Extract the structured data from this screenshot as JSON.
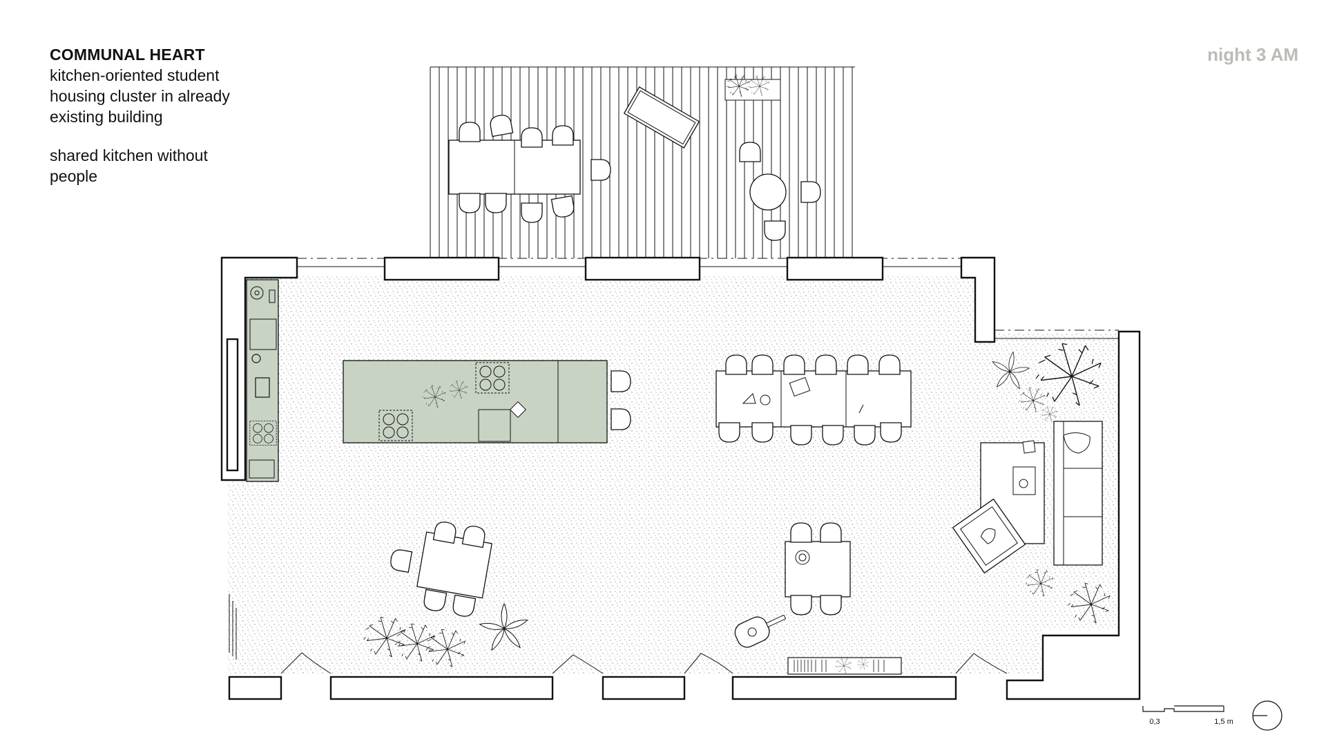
{
  "caption": {
    "title": "COMMUNAL HEART",
    "line1": "kitchen-oriented student",
    "line2": "housing cluster in already",
    "line3": "existing building",
    "line4": "shared kitchen without",
    "line5": "people"
  },
  "time_label": "night 3 AM",
  "scale": {
    "label_small": "0,3",
    "label_large": "1,5 m"
  },
  "colors": {
    "kitchen": "#c9d3c4",
    "wall": "#111111",
    "floor_dots": "#8a8a8a",
    "time_label": "#b9bdb4"
  }
}
